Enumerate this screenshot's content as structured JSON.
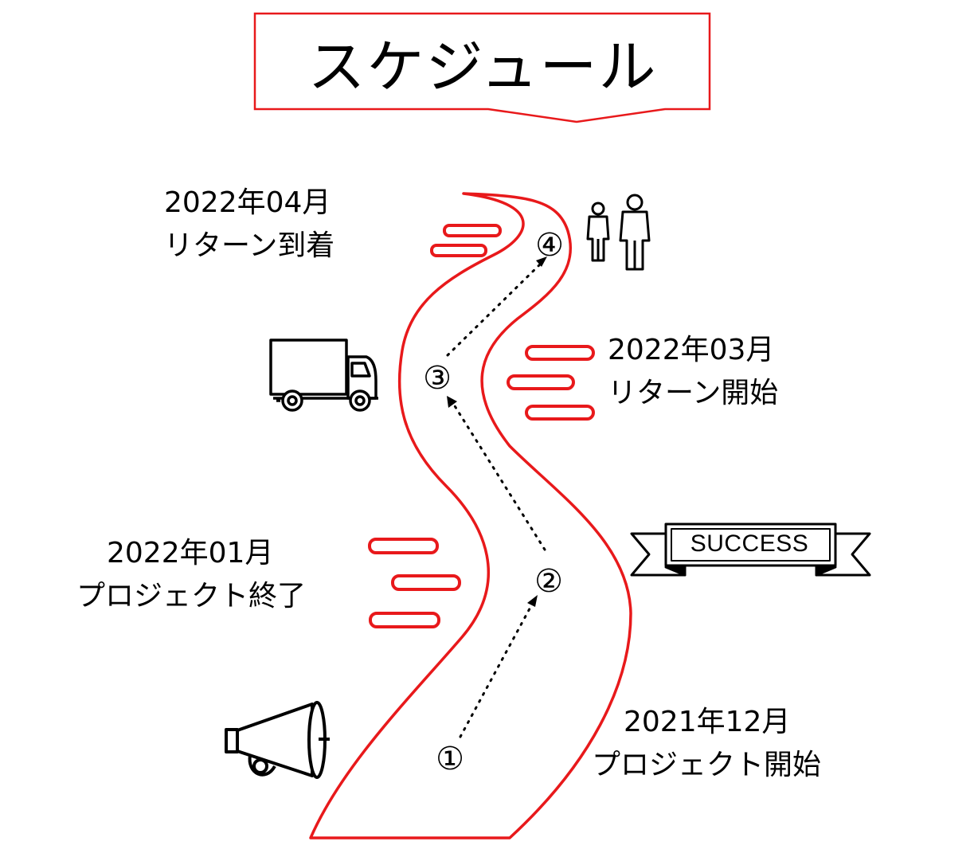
{
  "title": "スケジュール",
  "steps": [
    {
      "marker": "①",
      "date": "2021年12月",
      "label": "プロジェクト開始"
    },
    {
      "marker": "②",
      "date": "2022年01月",
      "label": "プロジェクト終了"
    },
    {
      "marker": "③",
      "date": "2022年03月",
      "label": "リターン開始"
    },
    {
      "marker": "④",
      "date": "2022年04月",
      "label": "リターン到着"
    }
  ],
  "banner": {
    "text": "SUCCESS"
  },
  "icons": [
    "megaphone-icon",
    "ribbon-banner-icon",
    "delivery-truck-icon",
    "people-icon"
  ],
  "colors": {
    "accent": "#e8191b",
    "ink": "#000000"
  }
}
